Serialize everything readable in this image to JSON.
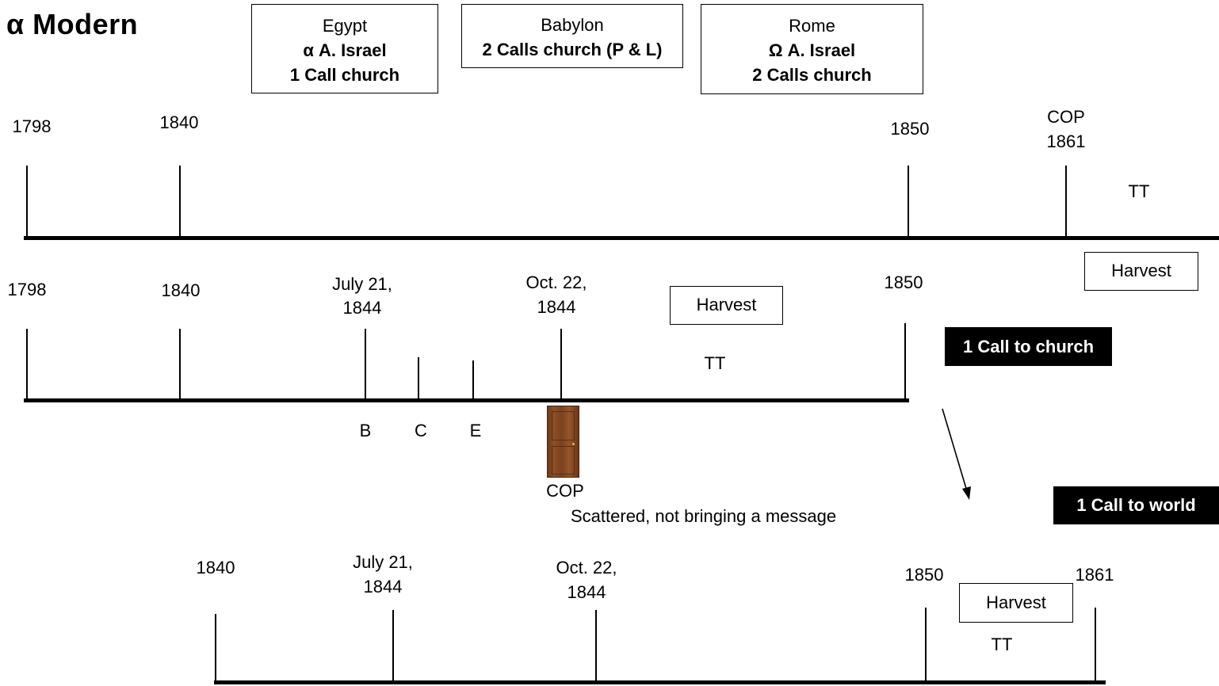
{
  "title": "α  Modern",
  "boxes": {
    "egypt": {
      "line1": "Egypt",
      "line2": "α  A. Israel",
      "line3": "1 Call church"
    },
    "babylon": {
      "line1": "Babylon",
      "line2": "2 Calls church (P & L)"
    },
    "rome": {
      "line1": "Rome",
      "line2": "Ω  A. Israel",
      "line3": "2 Calls church"
    }
  },
  "line1": {
    "label_1798": "1798",
    "label_1840": "1840",
    "label_1850": "1850",
    "label_cop": "COP",
    "label_1861": "1861",
    "tt": "TT",
    "harvest": "Harvest"
  },
  "line2": {
    "label_1798": "1798",
    "label_1840": "1840",
    "label_july_a": "July 21,",
    "label_july_b": "1844",
    "label_oct_a": "Oct. 22,",
    "label_oct_b": "1844",
    "label_1850": "1850",
    "harvest": "Harvest",
    "tt": "TT",
    "b": "B",
    "c": "C",
    "e": "E",
    "cop": "COP",
    "scattered": "Scattered, not bringing a message",
    "call_church": "1 Call to church",
    "call_world": "1 Call to world"
  },
  "line3": {
    "label_1840": "1840",
    "label_july_a": "July 21,",
    "label_july_b": "1844",
    "label_oct_a": "Oct. 22,",
    "label_oct_b": "1844",
    "label_1850": "1850",
    "label_1861": "1861",
    "harvest": "Harvest",
    "tt": "TT"
  },
  "icons": {
    "door": "door-icon",
    "arrow": "arrow-down-right-icon"
  },
  "colors": {
    "ink": "#000000",
    "door": "#8d4f25",
    "background": "#ffffff"
  }
}
